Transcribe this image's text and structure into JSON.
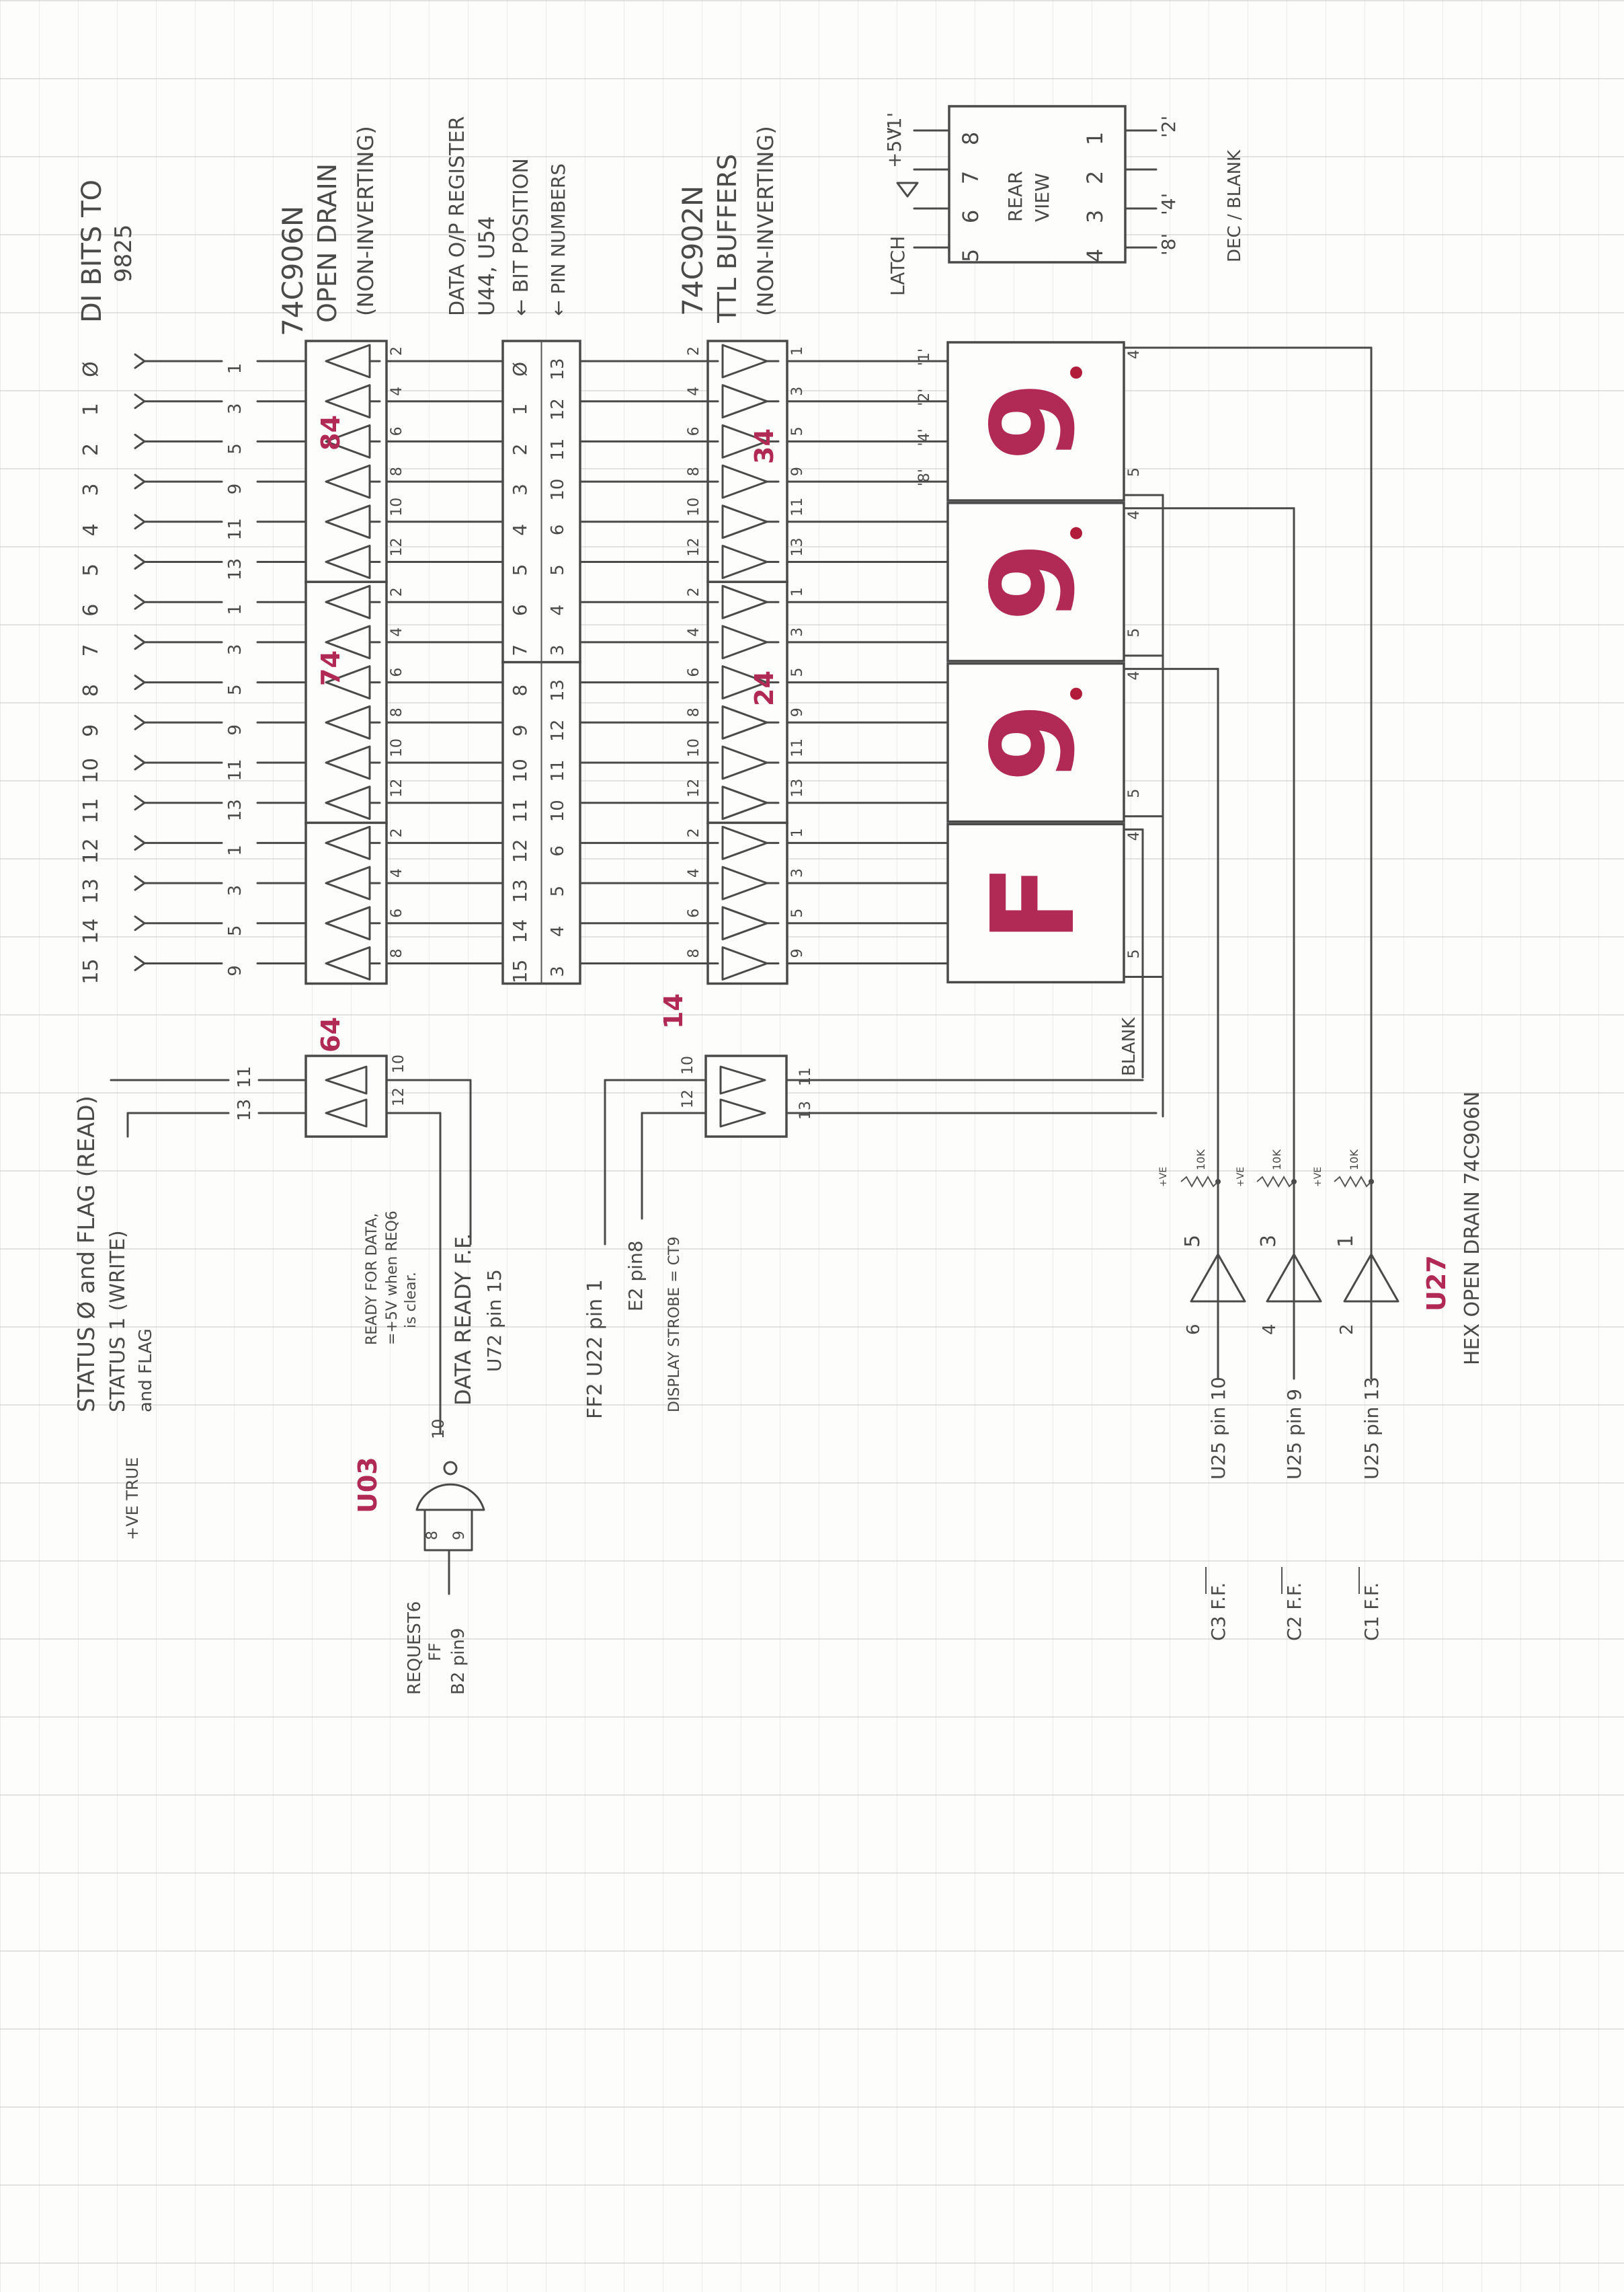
{
  "colors": {
    "ink": "#4a4a4a",
    "highlight": "#b02a55",
    "paper": "#fdfdfb"
  },
  "headings": {
    "di_bits": [
      "DI BITS TO",
      "9825"
    ],
    "open_drain": [
      "74C906N",
      "OPEN DRAIN",
      "(NON-INVERTING)"
    ],
    "data_register": [
      "DATA O/P REGISTER",
      "U44, U54",
      "BIT POSITION",
      "PIN NUMBERS"
    ],
    "ttl_buffers": [
      "74C902N",
      "TTL BUFFERS",
      "(NON-INVERTING)"
    ]
  },
  "bits": [
    {
      "bit": "Ø",
      "in_pin": "1",
      "out_pin": "2",
      "reg_bit": "Ø",
      "reg_pin": "13",
      "ttl_in": "2",
      "ttl_out": "1"
    },
    {
      "bit": "1",
      "in_pin": "3",
      "out_pin": "4",
      "reg_bit": "1",
      "reg_pin": "12",
      "ttl_in": "4",
      "ttl_out": "3"
    },
    {
      "bit": "2",
      "in_pin": "5",
      "out_pin": "6",
      "reg_bit": "2",
      "reg_pin": "11",
      "ttl_in": "6",
      "ttl_out": "5"
    },
    {
      "bit": "3",
      "in_pin": "9",
      "out_pin": "8",
      "reg_bit": "3",
      "reg_pin": "10",
      "ttl_in": "8",
      "ttl_out": "9"
    },
    {
      "bit": "4",
      "in_pin": "11",
      "out_pin": "10",
      "reg_bit": "4",
      "reg_pin": "6",
      "ttl_in": "10",
      "ttl_out": "11"
    },
    {
      "bit": "5",
      "in_pin": "13",
      "out_pin": "12",
      "reg_bit": "5",
      "reg_pin": "5",
      "ttl_in": "12",
      "ttl_out": "13"
    },
    {
      "bit": "6",
      "in_pin": "1",
      "out_pin": "2",
      "reg_bit": "6",
      "reg_pin": "4",
      "ttl_in": "2",
      "ttl_out": "1"
    },
    {
      "bit": "7",
      "in_pin": "3",
      "out_pin": "4",
      "reg_bit": "7",
      "reg_pin": "3",
      "ttl_in": "4",
      "ttl_out": "3"
    },
    {
      "bit": "8",
      "in_pin": "5",
      "out_pin": "6",
      "reg_bit": "8",
      "reg_pin": "13",
      "ttl_in": "6",
      "ttl_out": "5"
    },
    {
      "bit": "9",
      "in_pin": "9",
      "out_pin": "8",
      "reg_bit": "9",
      "reg_pin": "12",
      "ttl_in": "8",
      "ttl_out": "9"
    },
    {
      "bit": "10",
      "in_pin": "11",
      "out_pin": "10",
      "reg_bit": "10",
      "reg_pin": "11",
      "ttl_in": "10",
      "ttl_out": "11"
    },
    {
      "bit": "11",
      "in_pin": "13",
      "out_pin": "12",
      "reg_bit": "11",
      "reg_pin": "10",
      "ttl_in": "12",
      "ttl_out": "13"
    },
    {
      "bit": "12",
      "in_pin": "1",
      "out_pin": "2",
      "reg_bit": "12",
      "reg_pin": "6",
      "ttl_in": "2",
      "ttl_out": "1"
    },
    {
      "bit": "13",
      "in_pin": "3",
      "out_pin": "4",
      "reg_bit": "13",
      "reg_pin": "5",
      "ttl_in": "4",
      "ttl_out": "3"
    },
    {
      "bit": "14",
      "in_pin": "5",
      "out_pin": "6",
      "reg_bit": "14",
      "reg_pin": "4",
      "ttl_in": "6",
      "ttl_out": "5"
    },
    {
      "bit": "15",
      "in_pin": "9",
      "out_pin": "8",
      "reg_bit": "15",
      "reg_pin": "3",
      "ttl_in": "8",
      "ttl_out": "9"
    }
  ],
  "chip_labels": {
    "u906_a": "84",
    "u906_b": "74",
    "u906_c": "64",
    "u902_a": "34",
    "u902_b": "24",
    "u902_c": "14",
    "nand": "U03",
    "hex_drain": "U27"
  },
  "segment_labels": [
    "'1'",
    "'2'",
    "'4'",
    "'8'"
  ],
  "displays": [
    {
      "char": "9",
      "dp": true,
      "pin_top": "4",
      "pin_bottom": "5"
    },
    {
      "char": "9",
      "dp": true,
      "pin_top": "4",
      "pin_bottom": "5"
    },
    {
      "char": "9",
      "dp": true,
      "pin_top": "4",
      "pin_bottom": "5"
    },
    {
      "char": "F",
      "dp": false,
      "pin_top": "4",
      "pin_bottom": "5"
    }
  ],
  "rear_view": {
    "title": [
      "REAR",
      "VIEW"
    ],
    "top_pins": [
      "5",
      "6",
      "7",
      "8"
    ],
    "bottom_pins": [
      "4",
      "3",
      "2",
      "1"
    ],
    "top_labels": [
      "LATCH",
      "",
      "+5V",
      "'1'"
    ],
    "bottom_labels": [
      "DEC / BLANK",
      "'8'",
      "'4'",
      "'2'"
    ]
  },
  "status": {
    "brace_note": "+VE TRUE",
    "line1": "STATUS Ø  and FLAG (READ)",
    "line2": "STATUS 1  (WRITE)",
    "line2b": "and FLAG",
    "pins_in": [
      "11",
      "13"
    ],
    "pins_out": [
      "10",
      "12"
    ]
  },
  "data_ready": [
    "DATA READY F.F.",
    "U72 pin 15"
  ],
  "ready_note": [
    "READY FOR DATA,",
    "=+5V when REQ6",
    "is clear."
  ],
  "nand": {
    "out_pin": "10",
    "in_pins": [
      "8",
      "9"
    ],
    "source": [
      "REQUEST6",
      "FF",
      "B2 pin9"
    ]
  },
  "strobe": {
    "pins_in": [
      "10",
      "12"
    ],
    "pins_out": [
      "11",
      "13"
    ],
    "ff2": "FF2  U22 pin 1",
    "e2": "E2 pin8",
    "display_strobe": "DISPLAY STROBE = CT9",
    "blank": "BLANK"
  },
  "hex_drain": {
    "part": "HEX OPEN DRAIN  74C906N",
    "drivers": [
      {
        "in_pin": "6",
        "out_pin": "5",
        "source": "U25 pin 10",
        "ff": "C3 F.F."
      },
      {
        "in_pin": "4",
        "out_pin": "3",
        "source": "U25 pin 9",
        "ff": "C2 F.F."
      },
      {
        "in_pin": "2",
        "out_pin": "1",
        "source": "U25 pin 13",
        "ff": "C1 F.F."
      }
    ],
    "pullup": {
      "value": "10K",
      "supply": "+VE"
    }
  }
}
